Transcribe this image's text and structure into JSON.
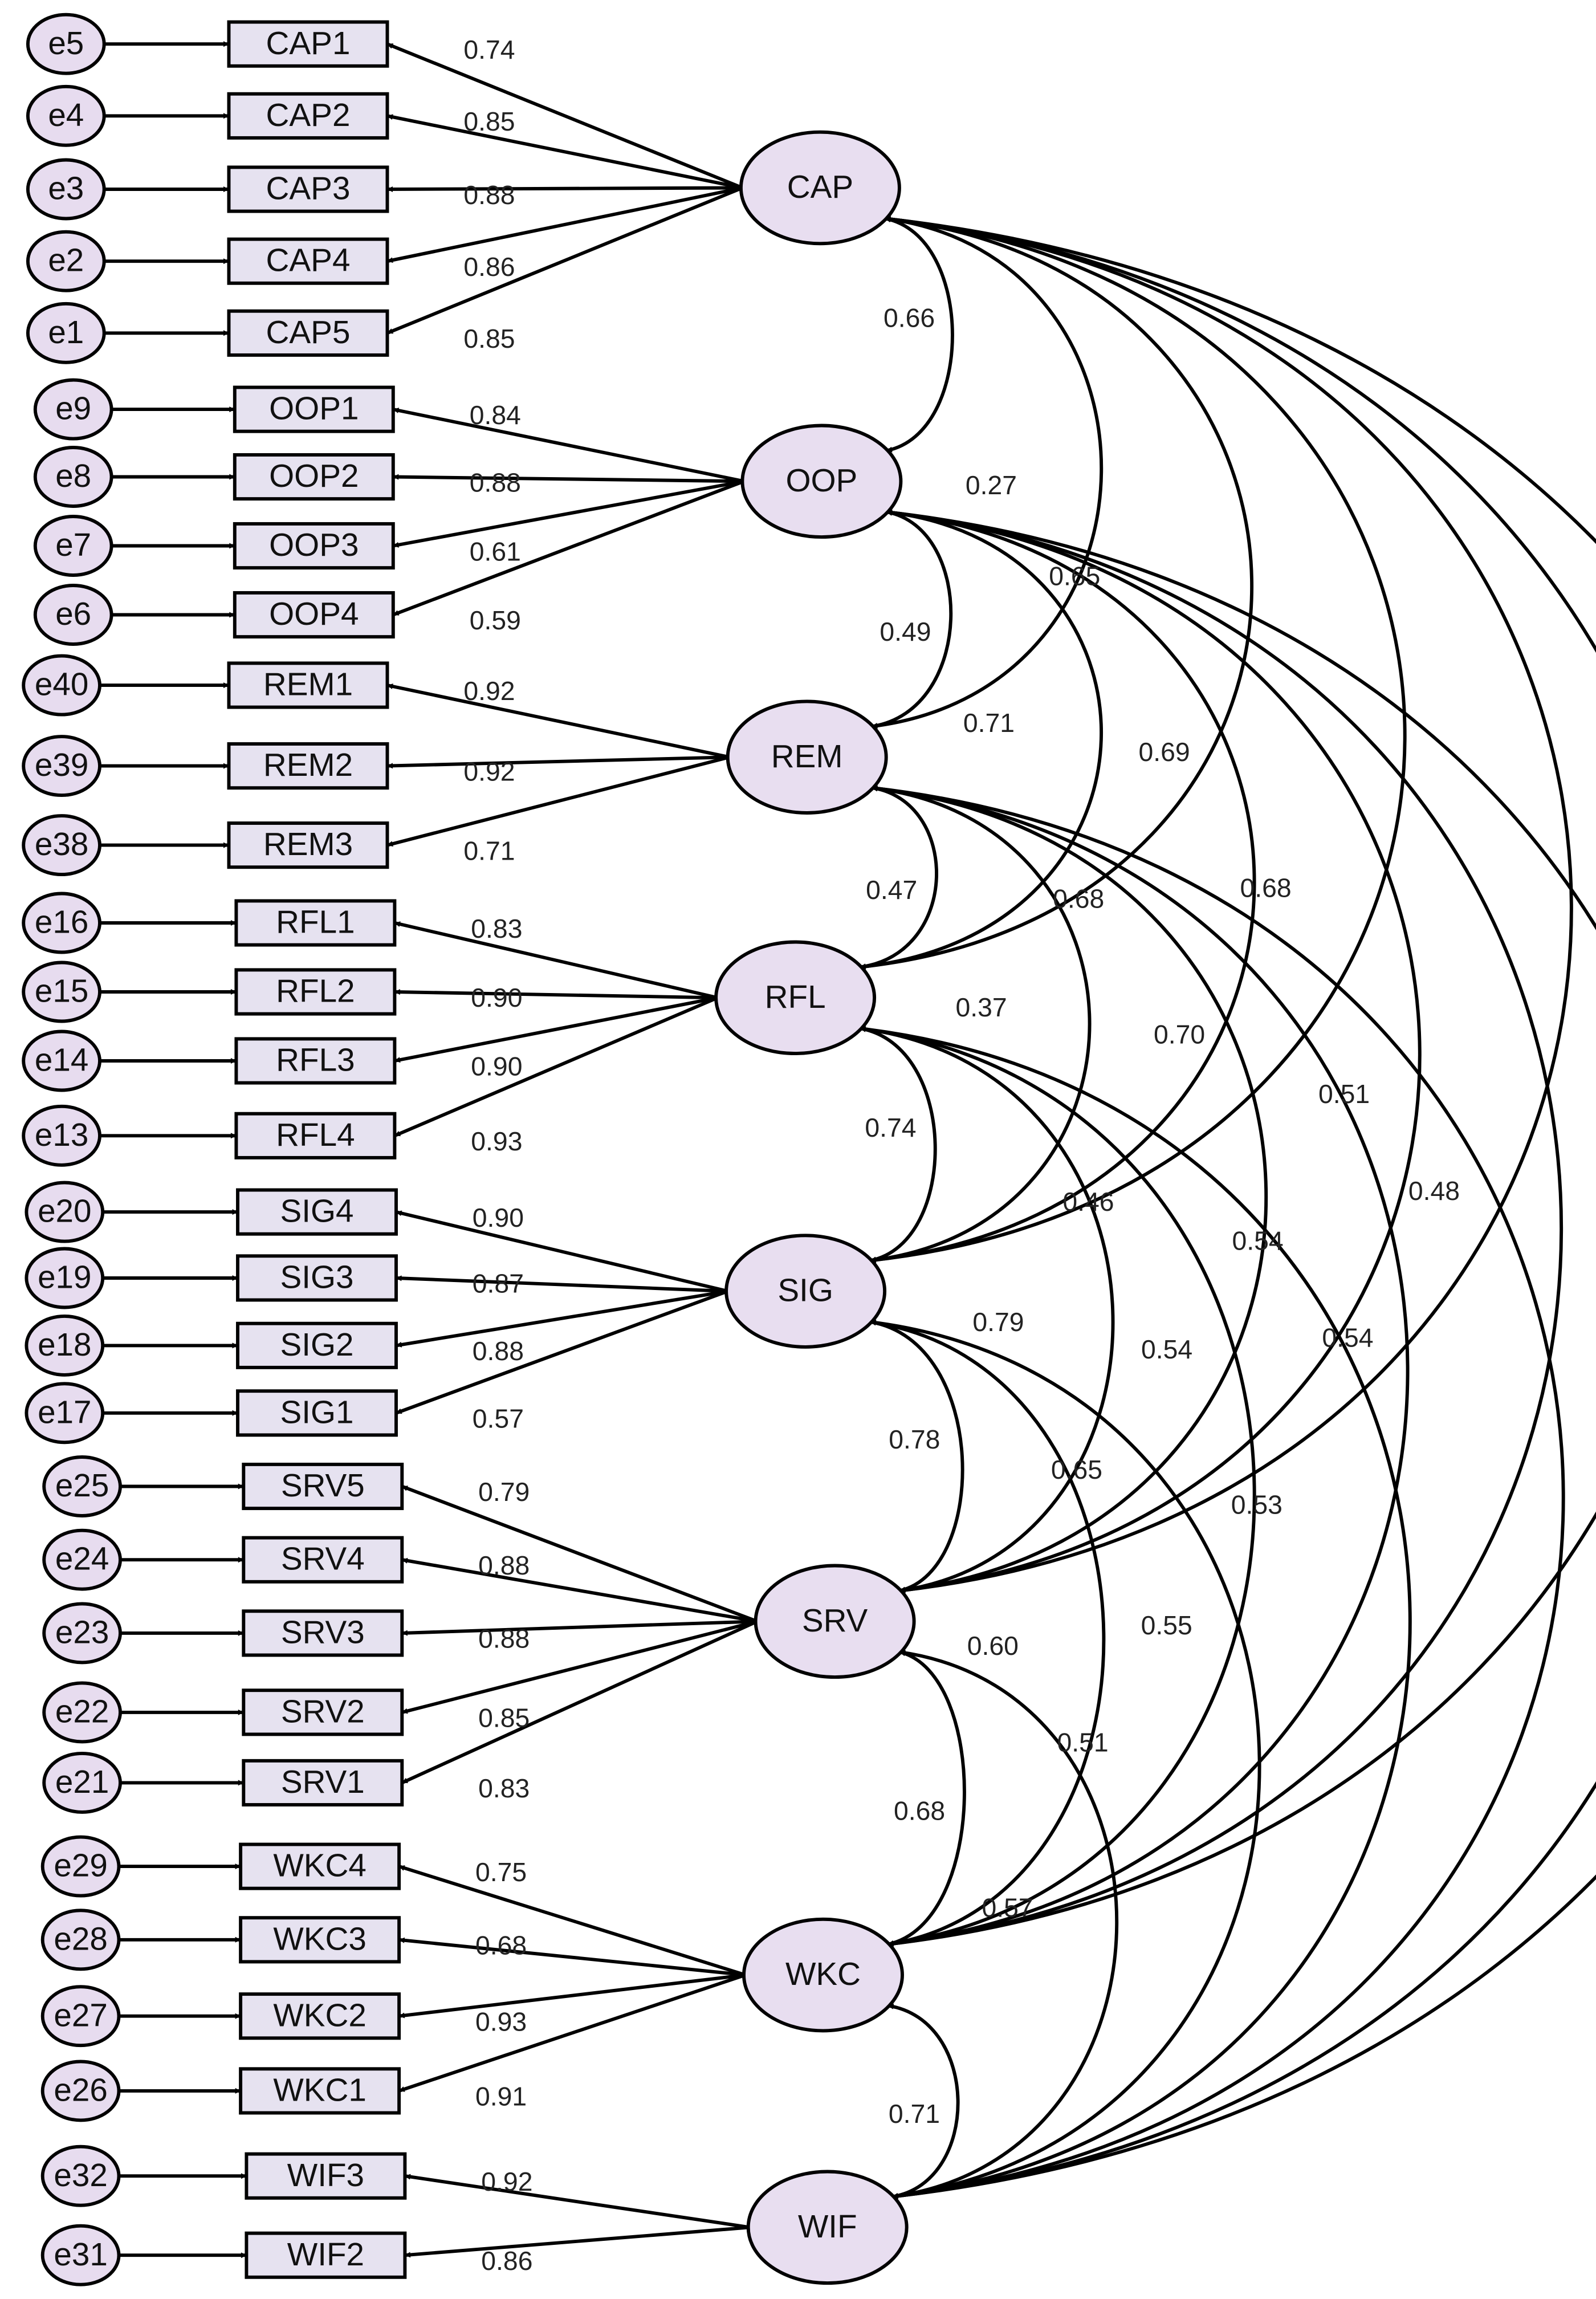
{
  "colors": {
    "error_fill": "#e7dcef",
    "indicator_fill": "#e6e2f0",
    "latent_fill": "#e8def0",
    "stroke": "#000000"
  },
  "latents": [
    {
      "id": "CAP",
      "label": "CAP"
    },
    {
      "id": "OOP",
      "label": "OOP"
    },
    {
      "id": "REM",
      "label": "REM"
    },
    {
      "id": "RFL",
      "label": "RFL"
    },
    {
      "id": "SIG",
      "label": "SIG"
    },
    {
      "id": "SRV",
      "label": "SRV"
    },
    {
      "id": "WKC",
      "label": "WKC"
    },
    {
      "id": "WIF",
      "label": "WIF"
    }
  ],
  "indicators": [
    {
      "label": "CAP1",
      "error": "e5",
      "latent": "CAP",
      "loading": "0.74"
    },
    {
      "label": "CAP2",
      "error": "e4",
      "latent": "CAP",
      "loading": "0.85"
    },
    {
      "label": "CAP3",
      "error": "e3",
      "latent": "CAP",
      "loading": "0.88"
    },
    {
      "label": "CAP4",
      "error": "e2",
      "latent": "CAP",
      "loading": "0.86"
    },
    {
      "label": "CAP5",
      "error": "e1",
      "latent": "CAP",
      "loading": "0.85"
    },
    {
      "label": "OOP1",
      "error": "e9",
      "latent": "OOP",
      "loading": "0.84"
    },
    {
      "label": "OOP2",
      "error": "e8",
      "latent": "OOP",
      "loading": "0.88"
    },
    {
      "label": "OOP3",
      "error": "e7",
      "latent": "OOP",
      "loading": "0.61"
    },
    {
      "label": "OOP4",
      "error": "e6",
      "latent": "OOP",
      "loading": "0.59"
    },
    {
      "label": "REM1",
      "error": "e40",
      "latent": "REM",
      "loading": "0.92"
    },
    {
      "label": "REM2",
      "error": "e39",
      "latent": "REM",
      "loading": "0.92"
    },
    {
      "label": "REM3",
      "error": "e38",
      "latent": "REM",
      "loading": "0.71"
    },
    {
      "label": "RFL1",
      "error": "e16",
      "latent": "RFL",
      "loading": "0.83"
    },
    {
      "label": "RFL2",
      "error": "e15",
      "latent": "RFL",
      "loading": "0.90"
    },
    {
      "label": "RFL3",
      "error": "e14",
      "latent": "RFL",
      "loading": "0.90"
    },
    {
      "label": "RFL4",
      "error": "e13",
      "latent": "RFL",
      "loading": "0.93"
    },
    {
      "label": "SIG4",
      "error": "e20",
      "latent": "SIG",
      "loading": "0.90"
    },
    {
      "label": "SIG3",
      "error": "e19",
      "latent": "SIG",
      "loading": "0.87"
    },
    {
      "label": "SIG2",
      "error": "e18",
      "latent": "SIG",
      "loading": "0.88"
    },
    {
      "label": "SIG1",
      "error": "e17",
      "latent": "SIG",
      "loading": "0.57"
    },
    {
      "label": "SRV5",
      "error": "e25",
      "latent": "SRV",
      "loading": "0.79"
    },
    {
      "label": "SRV4",
      "error": "e24",
      "latent": "SRV",
      "loading": "0.88"
    },
    {
      "label": "SRV3",
      "error": "e23",
      "latent": "SRV",
      "loading": "0.88"
    },
    {
      "label": "SRV2",
      "error": "e22",
      "latent": "SRV",
      "loading": "0.85"
    },
    {
      "label": "SRV1",
      "error": "e21",
      "latent": "SRV",
      "loading": "0.83"
    },
    {
      "label": "WKC4",
      "error": "e29",
      "latent": "WKC",
      "loading": "0.75"
    },
    {
      "label": "WKC3",
      "error": "e28",
      "latent": "WKC",
      "loading": "0.68"
    },
    {
      "label": "WKC2",
      "error": "e27",
      "latent": "WKC",
      "loading": "0.93"
    },
    {
      "label": "WKC1",
      "error": "e26",
      "latent": "WKC",
      "loading": "0.91"
    },
    {
      "label": "WIF3",
      "error": "e32",
      "latent": "WIF",
      "loading": "0.92"
    },
    {
      "label": "WIF2",
      "error": "e31",
      "latent": "WIF",
      "loading": "0.86"
    }
  ],
  "correlations": [
    {
      "from": "CAP",
      "to": "OOP",
      "value": "0.66"
    },
    {
      "from": "CAP",
      "to": "REM",
      "value": "0.27"
    },
    {
      "from": "CAP",
      "to": "RFL",
      "value": "0.65"
    },
    {
      "from": "CAP",
      "to": "SIG",
      "value": "0.69"
    },
    {
      "from": "CAP",
      "to": "SRV",
      "value": "0.68"
    },
    {
      "from": "CAP",
      "to": "WKC",
      "value": "0.51"
    },
    {
      "from": "CAP",
      "to": "WIF",
      "value": "0.48"
    },
    {
      "from": "OOP",
      "to": "REM",
      "value": "0.49"
    },
    {
      "from": "OOP",
      "to": "RFL",
      "value": "0.71"
    },
    {
      "from": "OOP",
      "to": "SIG",
      "value": "0.68"
    },
    {
      "from": "OOP",
      "to": "SRV",
      "value": "0.70"
    },
    {
      "from": "OOP",
      "to": "WKC",
      "value": "0.54"
    },
    {
      "from": "OOP",
      "to": "WIF",
      "value": "0.54"
    },
    {
      "from": "REM",
      "to": "RFL",
      "value": "0.47"
    },
    {
      "from": "REM",
      "to": "SIG",
      "value": "0.37"
    },
    {
      "from": "REM",
      "to": "SRV",
      "value": "0.46"
    },
    {
      "from": "REM",
      "to": "WKC",
      "value": "0.54"
    },
    {
      "from": "REM",
      "to": "WIF",
      "value": "0.53"
    },
    {
      "from": "RFL",
      "to": "SIG",
      "value": "0.74"
    },
    {
      "from": "RFL",
      "to": "SRV",
      "value": "0.79"
    },
    {
      "from": "RFL",
      "to": "WKC",
      "value": "0.65"
    },
    {
      "from": "RFL",
      "to": "WIF",
      "value": "0.55"
    },
    {
      "from": "SIG",
      "to": "SRV",
      "value": "0.78"
    },
    {
      "from": "SIG",
      "to": "WKC",
      "value": "0.60"
    },
    {
      "from": "SIG",
      "to": "WIF",
      "value": "0.51"
    },
    {
      "from": "SRV",
      "to": "WKC",
      "value": "0.68"
    },
    {
      "from": "SRV",
      "to": "WIF",
      "value": "0.57"
    },
    {
      "from": "WKC",
      "to": "WIF",
      "value": "0.71"
    }
  ]
}
